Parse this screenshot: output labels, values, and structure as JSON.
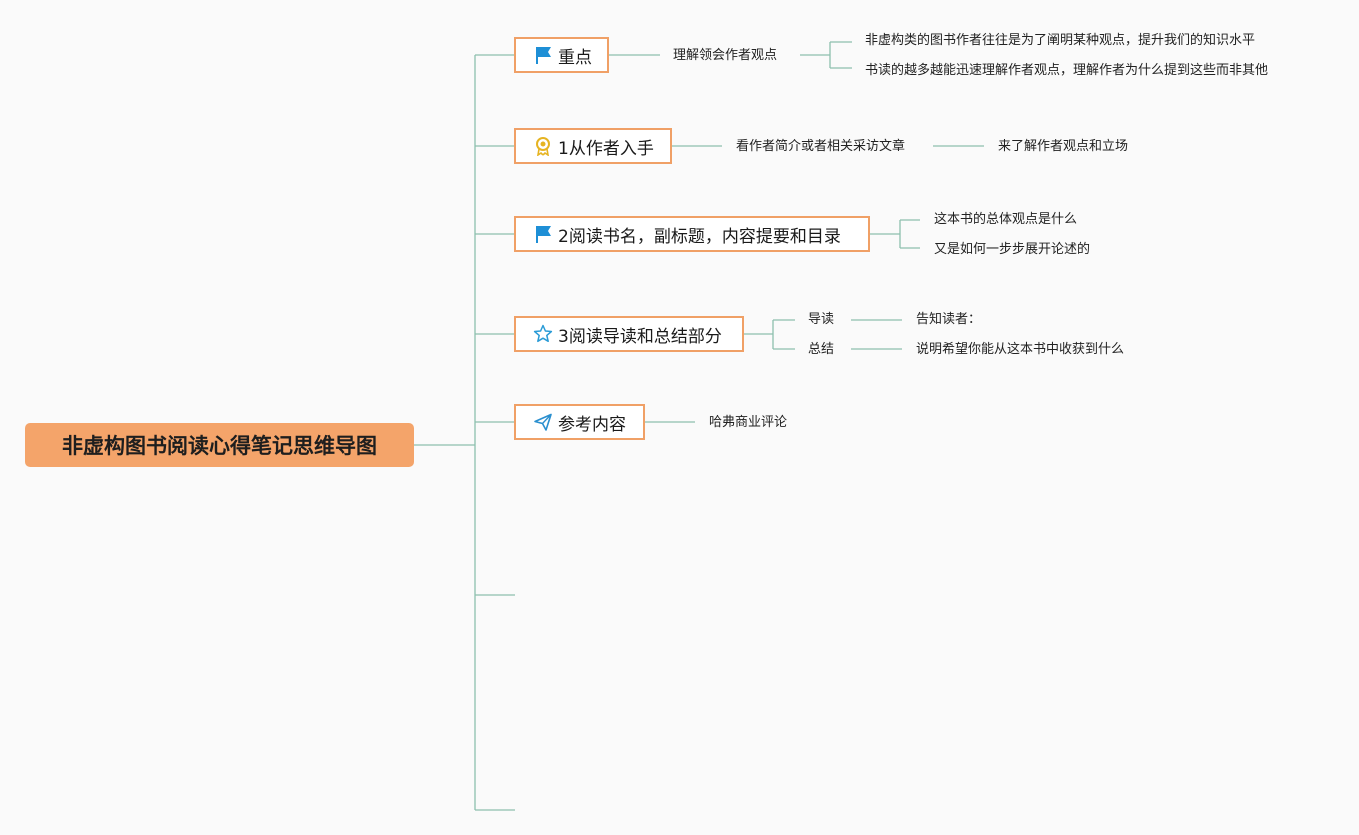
{
  "title": "非虚构图书阅读心得笔记思维导图",
  "colors": {
    "accent": "#f4a46a",
    "border": "#f0a066",
    "line": "#8dbfae",
    "flag": "#1e8fd6",
    "award": "#e6b422",
    "star": "#2a9bd6",
    "send": "#2a8fcf"
  },
  "branches": [
    {
      "label": "重点",
      "icon": "flag-icon",
      "children": [
        {
          "label": "理解领会作者观点",
          "children": [
            {
              "label": "非虚构类的图书作者往往是为了阐明某种观点，提升我们的知识水平"
            },
            {
              "label": "书读的越多越能迅速理解作者观点，理解作者为什么提到这些而非其他"
            }
          ]
        }
      ]
    },
    {
      "label": "1从作者入手",
      "icon": "award-icon",
      "children": [
        {
          "label": "看作者简介或者相关采访文章",
          "children": [
            {
              "label": "来了解作者观点和立场"
            }
          ]
        }
      ]
    },
    {
      "label": "2阅读书名，副标题，内容提要和目录",
      "icon": "flag-icon",
      "children": [
        {
          "label": "这本书的总体观点是什么"
        },
        {
          "label": "又是如何一步步展开论述的"
        }
      ]
    },
    {
      "label": "3阅读导读和总结部分",
      "icon": "star-icon",
      "children": [
        {
          "label": "导读",
          "children": [
            {
              "label": "告知读者："
            }
          ]
        },
        {
          "label": "总结",
          "children": [
            {
              "label": "说明希望你能从这本书中收获到什么"
            }
          ]
        }
      ]
    },
    {
      "label": "参考内容",
      "icon": "send-icon",
      "children": [
        {
          "label": "哈弗商业评论"
        }
      ]
    }
  ]
}
